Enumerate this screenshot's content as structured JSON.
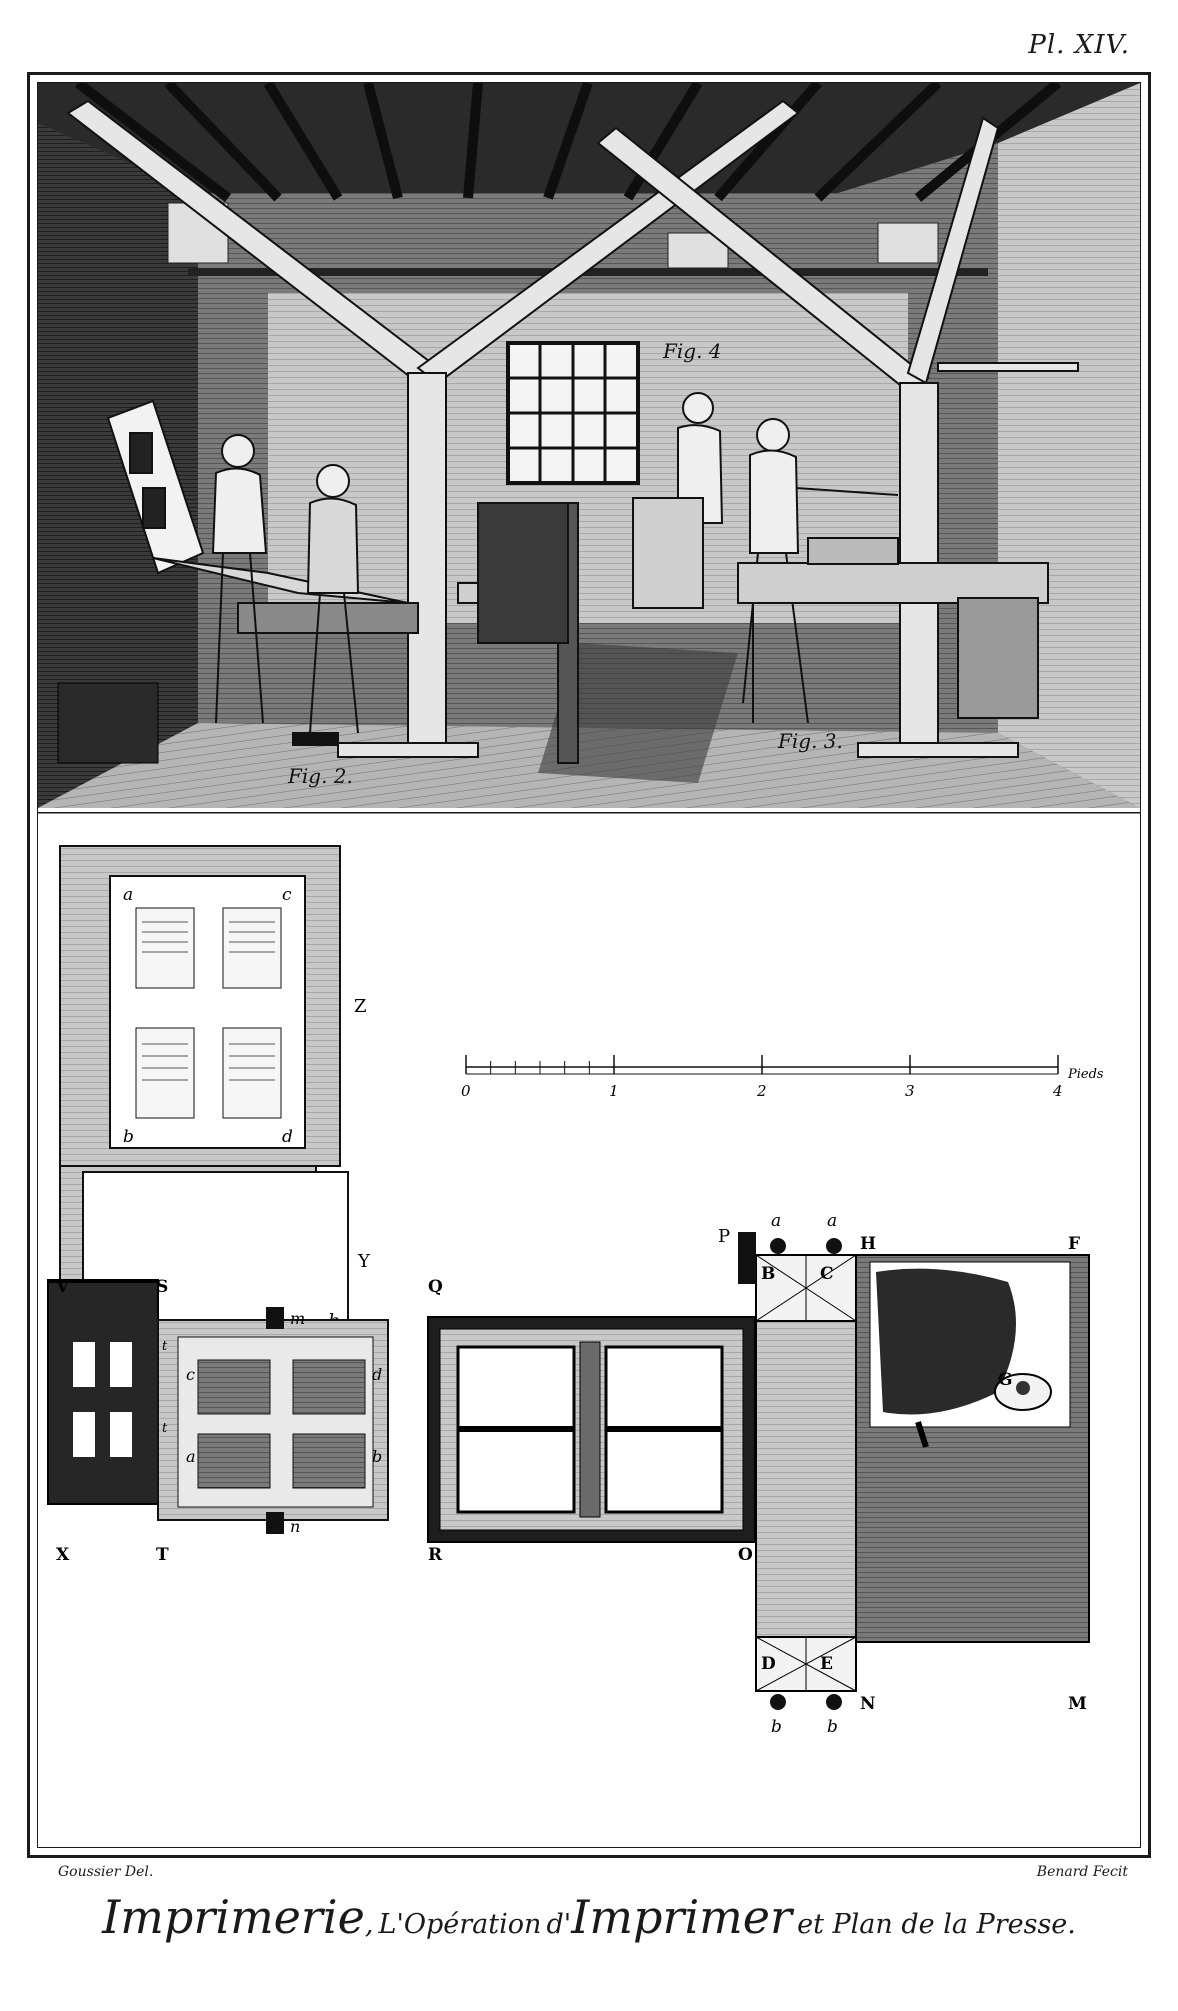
{
  "plate": {
    "number": "Pl. XIV."
  },
  "scene": {
    "figure_labels": {
      "fig2": "Fig. 2.",
      "fig3": "Fig. 3.",
      "fig4": "Fig. 4"
    }
  },
  "scale": {
    "ticks": [
      "0",
      "1",
      "2",
      "3",
      "4"
    ],
    "unit": "Pieds"
  },
  "labels": {
    "Z": "Z",
    "Y": "Y",
    "a": "a",
    "b": "b",
    "c": "c",
    "d": "d",
    "V": "V",
    "S": "S",
    "X": "X",
    "T": "T",
    "Q": "Q",
    "R": "R",
    "O": "O",
    "P": "P",
    "H": "H",
    "F": "F",
    "B": "B",
    "C": "C",
    "D": "D",
    "E": "E",
    "G": "G",
    "N": "N",
    "M": "M",
    "m": "m",
    "n": "n",
    "t": "t"
  },
  "credits": {
    "draughtsman": "Goussier Del.",
    "engraver": "Benard Fecit"
  },
  "caption": {
    "part1": "Imprimerie",
    "sep": ",",
    "part2": "L'Opération",
    "part3": "d'",
    "part4": "Imprimer",
    "part5": "et Plan de la Presse."
  },
  "colors": {
    "ink": "#1a1a1a",
    "paper": "#ffffff",
    "shade": "#5a5a5a",
    "dark": "#2a2a2a"
  }
}
